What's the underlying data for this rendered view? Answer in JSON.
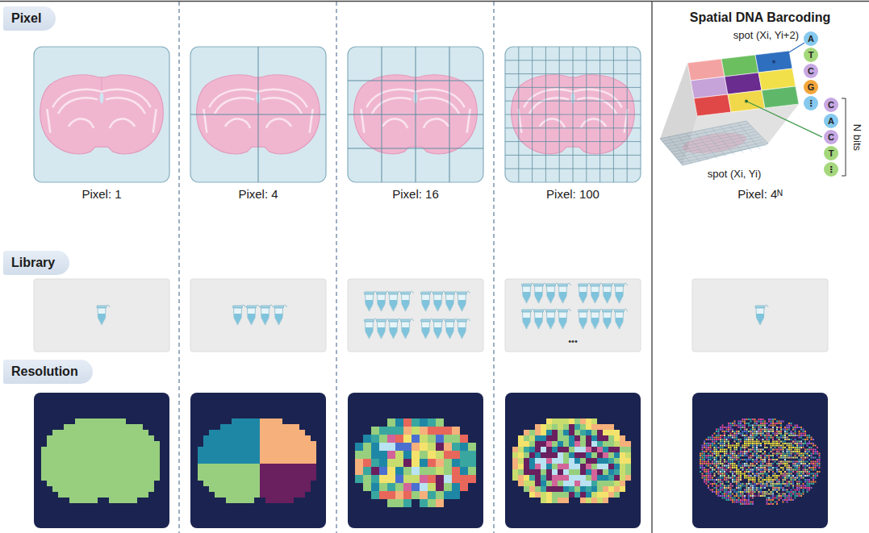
{
  "diagram": {
    "nodes": [
      {
        "text": [
          "Pixel"
        ]
      },
      {
        "text": [
          "Library"
        ]
      },
      {
        "text": [
          "Resolution"
        ]
      },
      {
        "text": [
          "A"
        ]
      },
      {
        "text": [
          "T"
        ]
      },
      {
        "text": [
          "C"
        ]
      },
      {
        "text": [
          "G"
        ]
      },
      {
        "text": [
          "⋮"
        ]
      },
      {
        "text": [
          "C"
        ]
      },
      {
        "text": [
          "A"
        ]
      },
      {
        "text": [
          "C"
        ]
      },
      {
        "text": [
          "T"
        ]
      },
      {
        "text": [
          "⋮"
        ]
      }
    ],
    "labels": [
      "Pixel: 1",
      "Pixel: 4",
      "Pixel: 16",
      "Pixel: 100",
      "Spatial DNA Barcoding",
      "spot (Xi, Yi+2)",
      "N bits",
      "spot (Xi, Yi)",
      "Pixel: 4ᴺ",
      "•••"
    ]
  }
}
